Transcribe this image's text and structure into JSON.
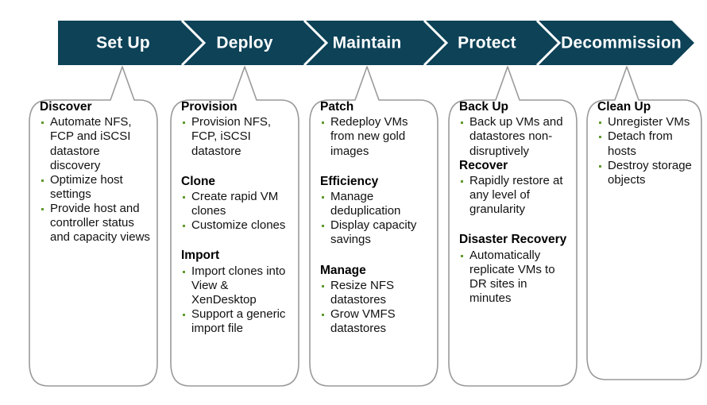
{
  "theme": {
    "banner_fill": "#0d4257",
    "banner_text": "#ffffff",
    "chevron_stroke": "#ffffff",
    "callout_stroke": "#9a9a9a",
    "callout_fill": "#ffffff",
    "bullet_color": "#5f9a2e",
    "body_text": "#111111",
    "heading_text": "#000000"
  },
  "banner": {
    "name": "lifecycle-process-banner",
    "stages": [
      {
        "id": "set-up",
        "label": "Set Up"
      },
      {
        "id": "deploy",
        "label": "Deploy"
      },
      {
        "id": "maintain",
        "label": "Maintain"
      },
      {
        "id": "protect",
        "label": "Protect"
      },
      {
        "id": "decommission",
        "label": "Decommission"
      }
    ]
  },
  "callouts": [
    {
      "id": "set-up",
      "stage_label": "Set Up",
      "sections": [
        {
          "title": "Discover",
          "bullets": [
            "Automate NFS, FCP and iSCSI datastore discovery",
            "Optimize host settings",
            "Provide host and controller status and capacity views"
          ]
        }
      ]
    },
    {
      "id": "deploy",
      "stage_label": "Deploy",
      "sections": [
        {
          "title": "Provision",
          "bullets": [
            "Provision NFS, FCP, iSCSI datastore"
          ]
        },
        {
          "title": "Clone",
          "bullets": [
            "Create rapid VM clones",
            "Customize clones"
          ]
        },
        {
          "title": "Import",
          "bullets": [
            "Import clones into View & XenDesktop",
            "Support a generic import file"
          ]
        }
      ]
    },
    {
      "id": "maintain",
      "stage_label": "Maintain",
      "sections": [
        {
          "title": "Patch",
          "bullets": [
            "Redeploy VMs from new gold images"
          ]
        },
        {
          "title": "Efficiency",
          "bullets": [
            "Manage deduplication",
            "Display capacity savings"
          ]
        },
        {
          "title": "Manage",
          "bullets": [
            "Resize NFS datastores",
            "Grow VMFS datastores"
          ]
        }
      ]
    },
    {
      "id": "protect",
      "stage_label": "Protect",
      "sections": [
        {
          "title": "Back Up",
          "bullets": [
            "Back up VMs and datastores non-disruptively"
          ]
        },
        {
          "title": "Recover",
          "bullets": [
            "Rapidly restore at any level of granularity"
          ]
        },
        {
          "title": "Disaster Recovery",
          "bullets": [
            "Automatically replicate VMs to DR sites in minutes"
          ]
        }
      ]
    },
    {
      "id": "decommission",
      "stage_label": "Decommission",
      "sections": [
        {
          "title": "Clean Up",
          "bullets": [
            "Unregister VMs",
            "Detach from hosts",
            "Destroy storage objects"
          ]
        }
      ]
    }
  ]
}
